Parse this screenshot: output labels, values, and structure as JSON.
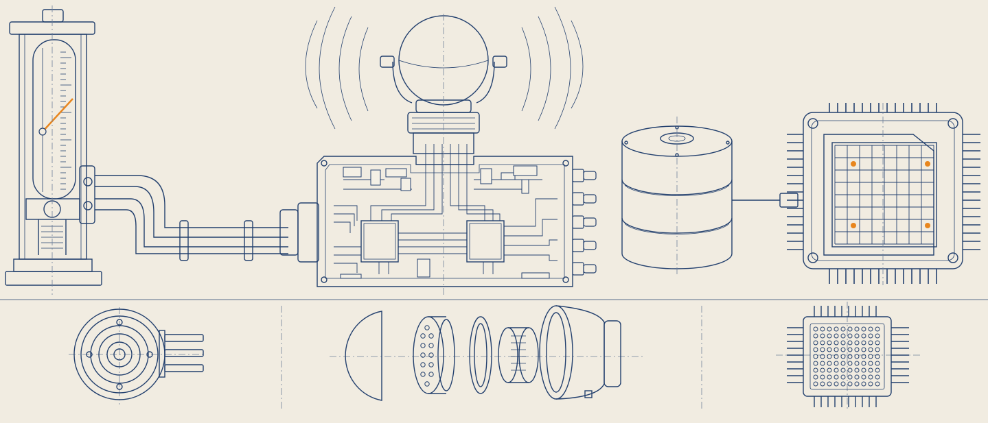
{
  "diagram": {
    "colors": {
      "background": "#f1ece1",
      "ink": "#23406e",
      "accent": "#e8861e"
    },
    "components": [
      {
        "id": "pressure-gauge-column",
        "icon": "gauge-cylinder-icon"
      },
      {
        "id": "pipe-bundle",
        "icon": "pipe-icon"
      },
      {
        "id": "microphone-head",
        "icon": "microphone-icon"
      },
      {
        "id": "circuit-enclosure",
        "icon": "circuit-board-icon"
      },
      {
        "id": "storage-cylinder",
        "icon": "database-icon"
      },
      {
        "id": "processor-chip",
        "icon": "chip-icon"
      }
    ],
    "details": [
      {
        "id": "gauge-end-view",
        "icon": "flange-icon"
      },
      {
        "id": "microphone-exploded-view",
        "icon": "exploded-parts-icon"
      },
      {
        "id": "chip-bottom-view",
        "icon": "pin-grid-icon"
      }
    ],
    "chip_highlight_cells": [
      [
        1,
        1
      ],
      [
        1,
        7
      ],
      [
        6,
        1
      ],
      [
        6,
        7
      ]
    ]
  }
}
